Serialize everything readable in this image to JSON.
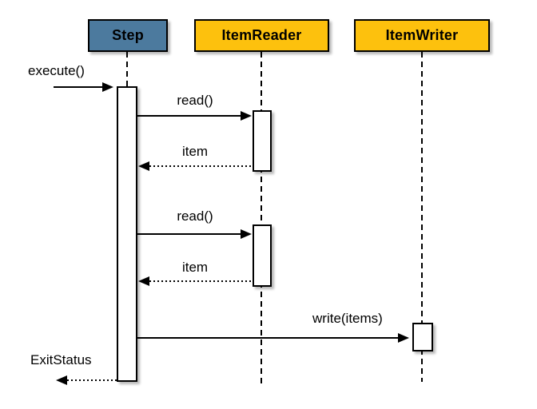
{
  "diagram": {
    "type": "uml-sequence-diagram",
    "actors": [
      {
        "name": "Step",
        "header_color": "#4c7a9e"
      },
      {
        "name": "ItemReader",
        "header_color": "#fdc10d"
      },
      {
        "name": "ItemWriter",
        "header_color": "#fdc10d"
      }
    ],
    "messages": [
      {
        "label": "execute()",
        "kind": "call",
        "from": "external",
        "to": "Step"
      },
      {
        "label": "read()",
        "kind": "call",
        "from": "Step",
        "to": "ItemReader"
      },
      {
        "label": "item",
        "kind": "return",
        "from": "ItemReader",
        "to": "Step"
      },
      {
        "label": "read()",
        "kind": "call",
        "from": "Step",
        "to": "ItemReader"
      },
      {
        "label": "item",
        "kind": "return",
        "from": "ItemReader",
        "to": "Step"
      },
      {
        "label": "write(items)",
        "kind": "call",
        "from": "Step",
        "to": "ItemWriter"
      },
      {
        "label": "ExitStatus",
        "kind": "return",
        "from": "Step",
        "to": "external"
      }
    ],
    "colors": {
      "line": "#000000",
      "activation_fill": "#ffffff",
      "background": "#ffffff"
    }
  }
}
